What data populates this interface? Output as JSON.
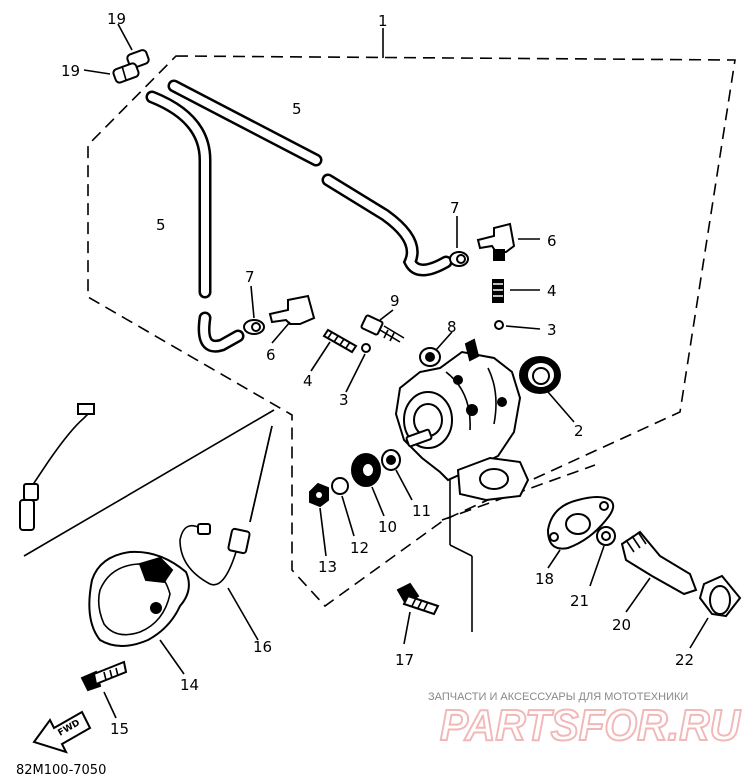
{
  "callouts": {
    "c1": "1",
    "c2": "2",
    "c3a": "3",
    "c3b": "3",
    "c4a": "4",
    "c4b": "4",
    "c5a": "5",
    "c5b": "5",
    "c6a": "6",
    "c6b": "6",
    "c7a": "7",
    "c7b": "7",
    "c8": "8",
    "c9": "9",
    "c10": "10",
    "c11": "11",
    "c12": "12",
    "c13": "13",
    "c14": "14",
    "c15": "15",
    "c16": "16",
    "c17": "17",
    "c18": "18",
    "c19a": "19",
    "c19b": "19",
    "c20": "20",
    "c21": "21",
    "c22": "22"
  },
  "fwd_label": "FWD",
  "diagram_code": "82M100-7050",
  "watermark": {
    "tagline": "ЗАПЧАСТИ И АКСЕССУАРЫ ДЛЯ МОТОТЕХНИКИ",
    "logo": "PARTSFOR.RU"
  }
}
